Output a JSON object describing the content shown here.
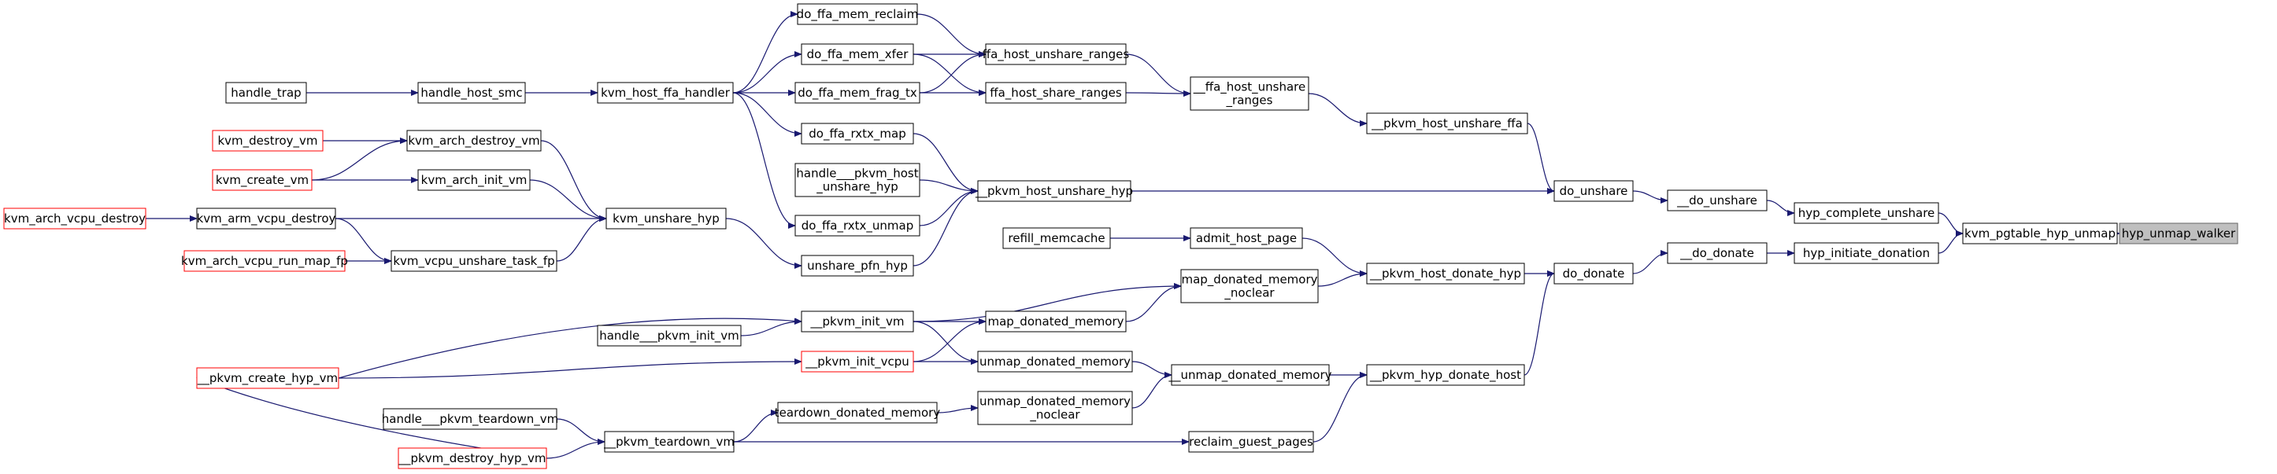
{
  "colors": {
    "edge": "#191970",
    "node_border": "#000000",
    "node_border_truncated": "#ff0000",
    "root_fill": "#bfbfbf",
    "root_border": "#666666",
    "background": "#ffffff"
  },
  "nodes": {
    "hyp_unmap_walker": [
      "hyp_unmap_walker"
    ],
    "kvm_pgtable_hyp_unmap": [
      "kvm_pgtable_hyp_unmap"
    ],
    "hyp_complete_unshare": [
      "hyp_complete_unshare"
    ],
    "hyp_initiate_donation": [
      "hyp_initiate_donation"
    ],
    "__do_unshare": [
      "__do_unshare"
    ],
    "__do_donate": [
      "__do_donate"
    ],
    "do_unshare": [
      "do_unshare"
    ],
    "do_donate": [
      "do_donate"
    ],
    "__pkvm_host_unshare_ffa": [
      "__pkvm_host_unshare_ffa"
    ],
    "__pkvm_host_unshare_hyp": [
      "__pkvm_host_unshare_hyp"
    ],
    "__pkvm_host_donate_hyp": [
      "__pkvm_host_donate_hyp"
    ],
    "__pkvm_hyp_donate_host": [
      "__pkvm_hyp_donate_host"
    ],
    "__ffa_host_unshare_ranges": [
      "__ffa_host_unshare",
      "_ranges"
    ],
    "ffa_host_unshare_ranges": [
      "ffa_host_unshare_ranges"
    ],
    "ffa_host_share_ranges": [
      "ffa_host_share_ranges"
    ],
    "do_ffa_mem_reclaim": [
      "do_ffa_mem_reclaim"
    ],
    "do_ffa_mem_xfer": [
      "do_ffa_mem_xfer"
    ],
    "do_ffa_mem_frag_tx": [
      "do_ffa_mem_frag_tx"
    ],
    "kvm_host_ffa_handler": [
      "kvm_host_ffa_handler"
    ],
    "handle_host_smc": [
      "handle_host_smc"
    ],
    "handle_trap": [
      "handle_trap"
    ],
    "do_ffa_rxtx_map": [
      "do_ffa_rxtx_map"
    ],
    "handle___pkvm_host_unshare_hyp": [
      "handle___pkvm_host",
      "_unshare_hyp"
    ],
    "do_ffa_rxtx_unmap": [
      "do_ffa_rxtx_unmap"
    ],
    "unshare_pfn_hyp": [
      "unshare_pfn_hyp"
    ],
    "kvm_unshare_hyp": [
      "kvm_unshare_hyp"
    ],
    "kvm_arch_destroy_vm": [
      "kvm_arch_destroy_vm"
    ],
    "kvm_arch_init_vm": [
      "kvm_arch_init_vm"
    ],
    "kvm_arm_vcpu_destroy": [
      "kvm_arm_vcpu_destroy"
    ],
    "kvm_vcpu_unshare_task_fp": [
      "kvm_vcpu_unshare_task_fp"
    ],
    "kvm_destroy_vm": [
      "kvm_destroy_vm"
    ],
    "kvm_create_vm": [
      "kvm_create_vm"
    ],
    "kvm_arch_vcpu_destroy": [
      "kvm_arch_vcpu_destroy"
    ],
    "kvm_arch_vcpu_run_map_fp": [
      "kvm_arch_vcpu_run_map_fp"
    ],
    "admit_host_page": [
      "admit_host_page"
    ],
    "refill_memcache": [
      "refill_memcache"
    ],
    "map_donated_memory_noclear": [
      "map_donated_memory",
      "_noclear"
    ],
    "map_donated_memory": [
      "map_donated_memory"
    ],
    "unmap_donated_memory": [
      "unmap_donated_memory"
    ],
    "__unmap_donated_memory": [
      "__unmap_donated_memory"
    ],
    "unmap_donated_memory_noclear": [
      "unmap_donated_memory",
      "_noclear"
    ],
    "__pkvm_init_vm": [
      "__pkvm_init_vm"
    ],
    "__pkvm_init_vcpu": [
      "__pkvm_init_vcpu"
    ],
    "handle___pkvm_init_vm": [
      "handle___pkvm_init_vm"
    ],
    "__pkvm_create_hyp_vm": [
      "__pkvm_create_hyp_vm"
    ],
    "teardown_donated_memory": [
      "teardown_donated_memory"
    ],
    "__pkvm_teardown_vm": [
      "__pkvm_teardown_vm"
    ],
    "handle___pkvm_teardown_vm": [
      "handle___pkvm_teardown_vm"
    ],
    "__pkvm_destroy_hyp_vm": [
      "__pkvm_destroy_hyp_vm"
    ],
    "reclaim_guest_pages": [
      "reclaim_guest_pages"
    ]
  }
}
